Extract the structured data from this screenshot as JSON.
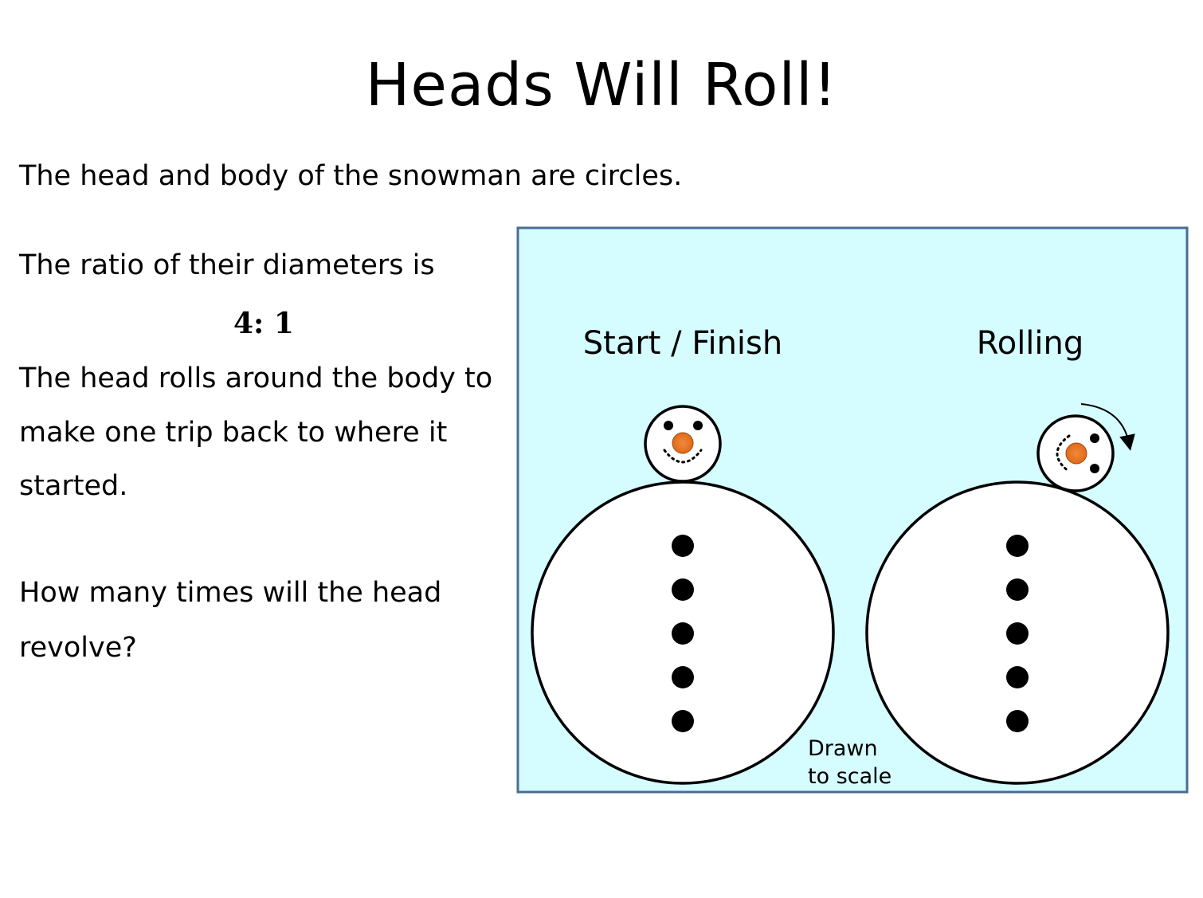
{
  "slide": {
    "title": "Heads Will Roll!",
    "intro": "The head and body of the snowman are circles.",
    "ratio_intro": "The ratio of their diameters is",
    "ratio": "4: 1",
    "rolls_line1": "The head rolls around the body to",
    "rolls_line2": "make one trip back to where it",
    "rolls_line3": "started.",
    "question_line1": "How many times will the head",
    "question_line2": "revolve?"
  },
  "diagram": {
    "label_start": "Start / Finish",
    "label_rolling": "Rolling",
    "note_line1": "Drawn",
    "note_line2": "to scale",
    "background_color": "#d5fcff",
    "border_color": "#4a6c96",
    "nose_color": "#ee7a2a"
  }
}
